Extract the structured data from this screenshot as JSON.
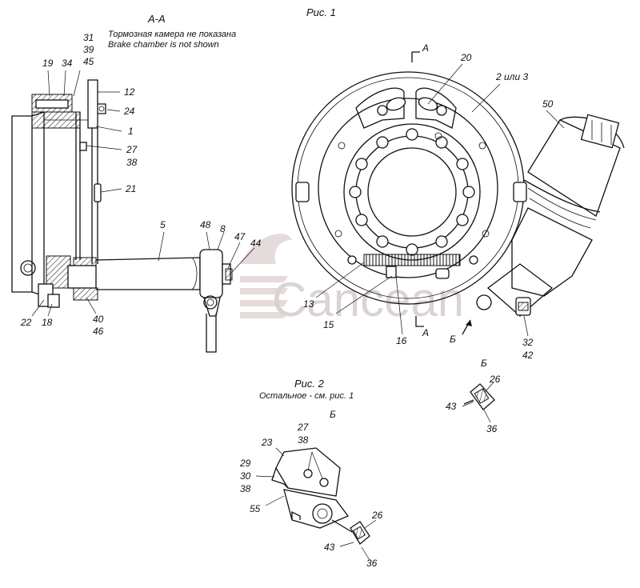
{
  "section_title": "А-А",
  "note_ru": "Тормозная камера не показана",
  "note_en": "Brake chamber is not shown",
  "fig1_caption": "Рис. 1",
  "fig2_caption": "Рис. 2",
  "fig2_note": "Остальное - см. рис. 1",
  "view_b_small": "Б",
  "view_b_fig2": "Б",
  "view_b_arrow": "Б",
  "section_mark_top": "А",
  "section_mark_bottom": "А",
  "watermark_text": "Cancean",
  "callouts": {
    "c31": "31",
    "c39": "39",
    "c45": "45",
    "c19": "19",
    "c34": "34",
    "c12": "12",
    "c24": "24",
    "c1": "1",
    "c27": "27",
    "c38": "38",
    "c21": "21",
    "c5": "5",
    "c48": "48",
    "c8": "8",
    "c47": "47",
    "c44": "44",
    "c22": "22",
    "c18": "18",
    "c40": "40",
    "c46": "46",
    "c20": "20",
    "c2or3": "2 или 3",
    "c50": "50",
    "c13": "13",
    "c15": "15",
    "c16": "16",
    "c32": "32",
    "c42": "42",
    "cb26": "26",
    "cb43": "43",
    "cb36": "36",
    "f2_23": "23",
    "f2_27": "27",
    "f2_38": "38",
    "f2_29": "29",
    "f2_30": "30",
    "f2_38b": "38",
    "f2_55": "55",
    "f2_26": "26",
    "f2_43": "43",
    "f2_36": "36"
  }
}
